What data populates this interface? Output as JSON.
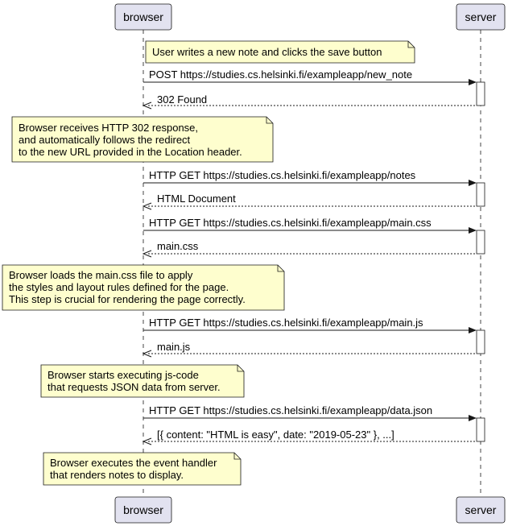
{
  "participants": {
    "browser": "browser",
    "server": "server"
  },
  "colors": {
    "participant_fill": "#e2e2f0",
    "participant_border": "#181818",
    "note_fill": "#fefece",
    "note_border": "#181818",
    "lifeline": "#181818",
    "activation_fill": "#ffffff"
  },
  "notes": [
    {
      "lines": [
        "User writes a new note and clicks the save button"
      ]
    },
    {
      "lines": [
        "Browser receives HTTP 302 response,",
        "and automatically follows the redirect",
        "to the new URL provided in the Location header."
      ]
    },
    {
      "lines": [
        "Browser loads the main.css file to apply",
        "the styles and layout rules defined for the page.",
        "This step is crucial for rendering the page correctly."
      ]
    },
    {
      "lines": [
        "Browser starts executing js-code",
        "that requests JSON data from server."
      ]
    },
    {
      "lines": [
        "Browser executes the event handler",
        "that renders notes to display."
      ]
    }
  ],
  "messages": [
    {
      "label": "POST https://studies.cs.helsinki.fi/exampleapp/new_note",
      "direction": "request"
    },
    {
      "label": "302 Found",
      "direction": "response"
    },
    {
      "label": "HTTP GET https://studies.cs.helsinki.fi/exampleapp/notes",
      "direction": "request"
    },
    {
      "label": "HTML Document",
      "direction": "response"
    },
    {
      "label": "HTTP GET https://studies.cs.helsinki.fi/exampleapp/main.css",
      "direction": "request"
    },
    {
      "label": "main.css",
      "direction": "response"
    },
    {
      "label": "HTTP GET https://studies.cs.helsinki.fi/exampleapp/main.js",
      "direction": "request"
    },
    {
      "label": "main.js",
      "direction": "response"
    },
    {
      "label": "HTTP GET https://studies.cs.helsinki.fi/exampleapp/data.json",
      "direction": "request"
    },
    {
      "label": "[{ content: \"HTML is easy\", date: \"2019-05-23\" }, ...]",
      "direction": "response"
    }
  ]
}
